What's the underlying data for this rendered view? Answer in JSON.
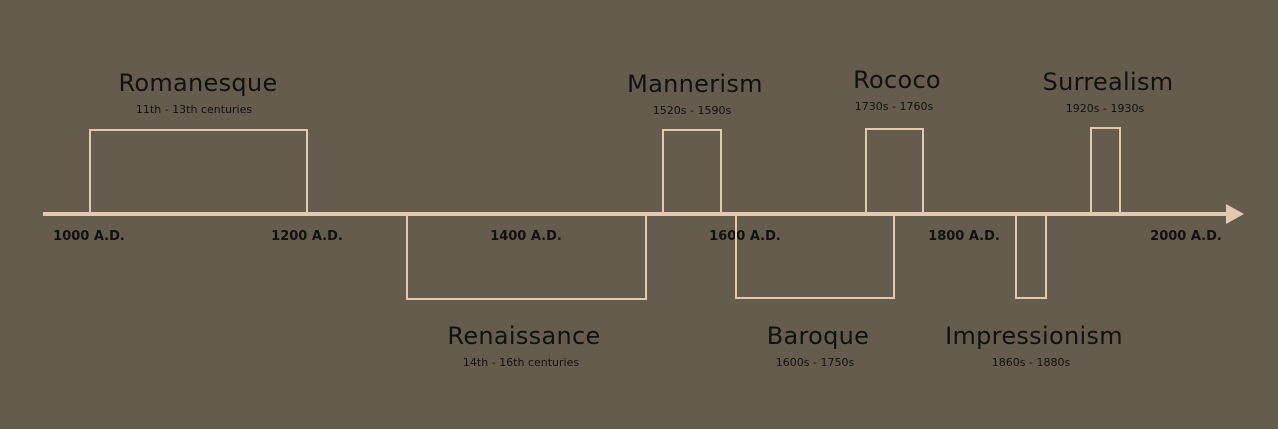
{
  "timeline": {
    "ticks": [
      "1000 A.D.",
      "1200 A.D.",
      "1400 A.D.",
      "1600 A.D.",
      "1800 A.D.",
      "2000 A.D."
    ],
    "periods": [
      {
        "name": "Romanesque",
        "range": "11th - 13th centuries",
        "side": "above"
      },
      {
        "name": "Renaissance",
        "range": "14th - 16th centuries",
        "side": "below"
      },
      {
        "name": "Mannerism",
        "range": "1520s - 1590s",
        "side": "above"
      },
      {
        "name": "Baroque",
        "range": "1600s - 1750s",
        "side": "below"
      },
      {
        "name": "Rococo",
        "range": "1730s - 1760s",
        "side": "above"
      },
      {
        "name": "Impressionism",
        "range": "1860s - 1880s",
        "side": "below"
      },
      {
        "name": "Surrealism",
        "range": "1920s - 1930s",
        "side": "above"
      }
    ]
  },
  "colors": {
    "background": "#655c4d",
    "line": "#e2c9b0",
    "text": "#111111"
  }
}
